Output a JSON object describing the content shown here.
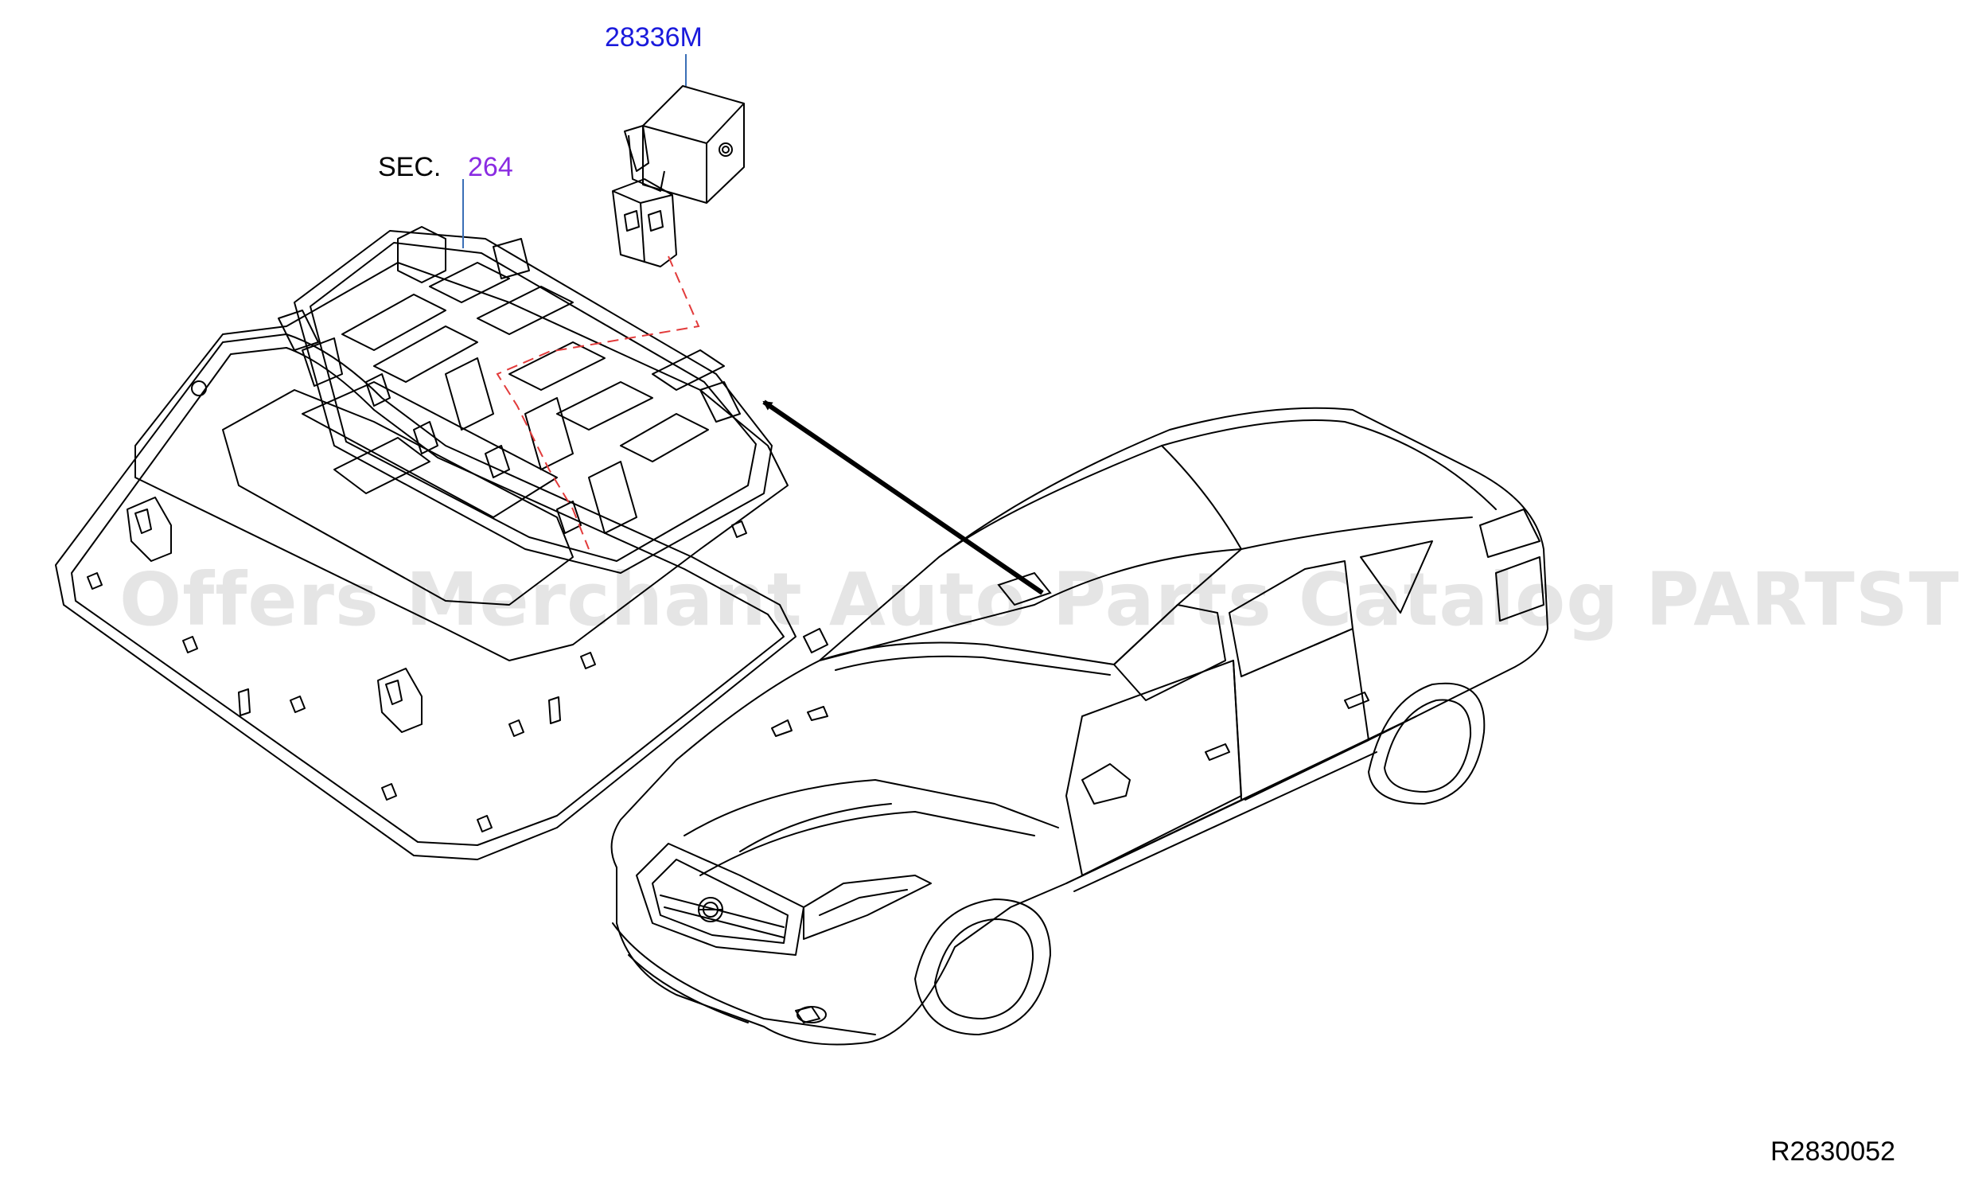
{
  "diagram": {
    "part_number": "28336M",
    "section_prefix": "SEC.",
    "section_number": "264",
    "figure_code": "R2830052",
    "watermark": "Offers Merchant Auto Parts Catalog PARTSTORE.SA"
  },
  "colors": {
    "part_link": "#1a1adc",
    "section_link": "#8a2be2",
    "leader_line": "#3b6fb6",
    "dashed_line": "#e23b3b",
    "line_art": "#000000"
  }
}
